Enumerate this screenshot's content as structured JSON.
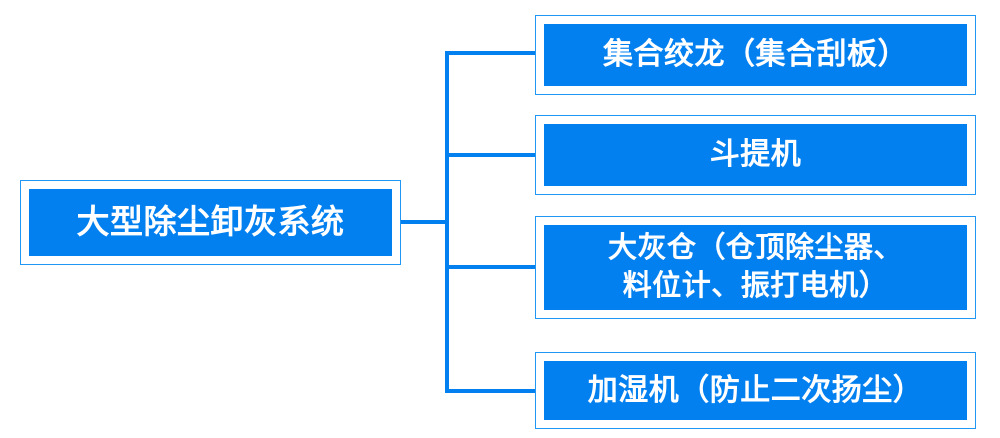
{
  "diagram": {
    "type": "org-chart",
    "orientation": "left-to-right",
    "colors": {
      "node_fill": "#0380f0",
      "node_border": "#2196f3",
      "connector": "#0380f0",
      "text": "#ffffff",
      "background": "#ffffff"
    },
    "root": {
      "label": "大型除尘卸灰系统"
    },
    "children": [
      {
        "label": "集合绞龙（集合刮板）"
      },
      {
        "label": "斗提机"
      },
      {
        "label": "大灰仓（仓顶除尘器、\n料位计、振打电机）"
      },
      {
        "label": "加湿机（防止二次扬尘）"
      }
    ]
  }
}
